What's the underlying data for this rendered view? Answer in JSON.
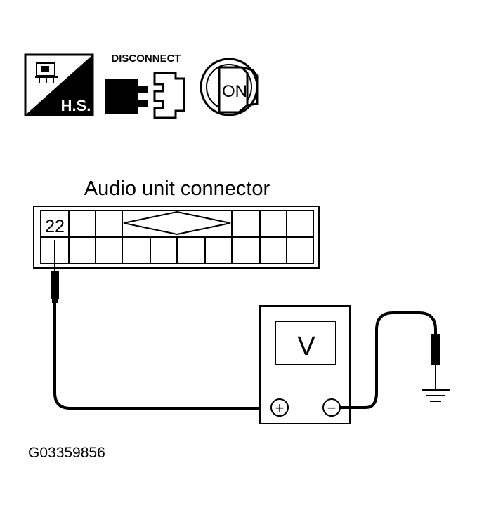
{
  "icons": {
    "hs_label": "H.S.",
    "disconnect_label": "DISCONNECT",
    "ignition_label": "ON"
  },
  "connector": {
    "title": "Audio unit connector",
    "terminal_label": "22"
  },
  "meter": {
    "display": "V",
    "positive_symbol": "+",
    "negative_symbol": "−"
  },
  "figure_code": "G03359856"
}
